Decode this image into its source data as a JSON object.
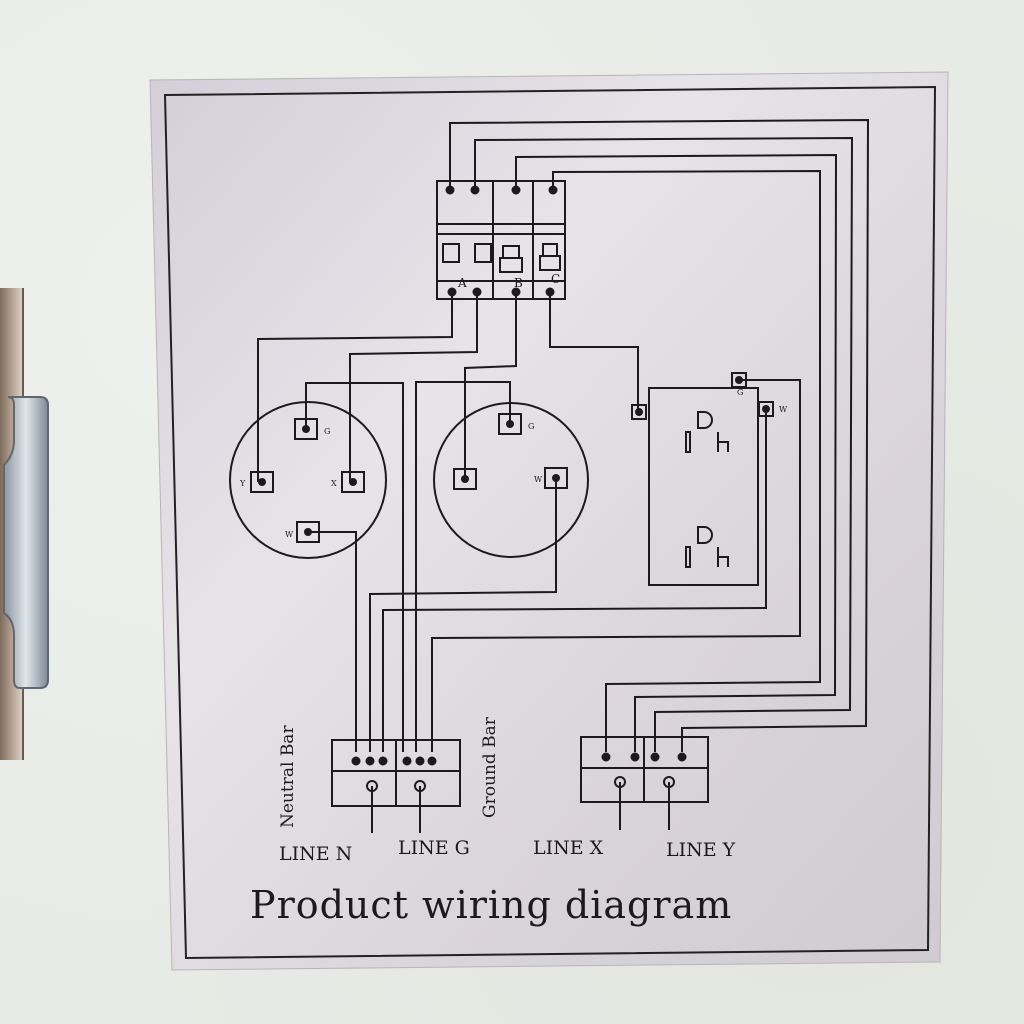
{
  "title": "Product wiring diagram",
  "breaker_labels": [
    "A",
    "B",
    "C"
  ],
  "socket_left_terminals": [
    "G",
    "Y",
    "X",
    "W"
  ],
  "socket_mid_terminals": [
    "G",
    "W"
  ],
  "outlet_terminals": [
    "G",
    "W"
  ],
  "bar_labels": {
    "neutral": "Neutral Bar",
    "ground": "Ground Bar"
  },
  "line_labels": [
    "LINE N",
    "LINE G",
    "LINE X",
    "LINE Y"
  ],
  "colors": {
    "ink": "#1b1b1b",
    "sticker": "#dcd8dc",
    "wall": "#e8ebe5"
  }
}
